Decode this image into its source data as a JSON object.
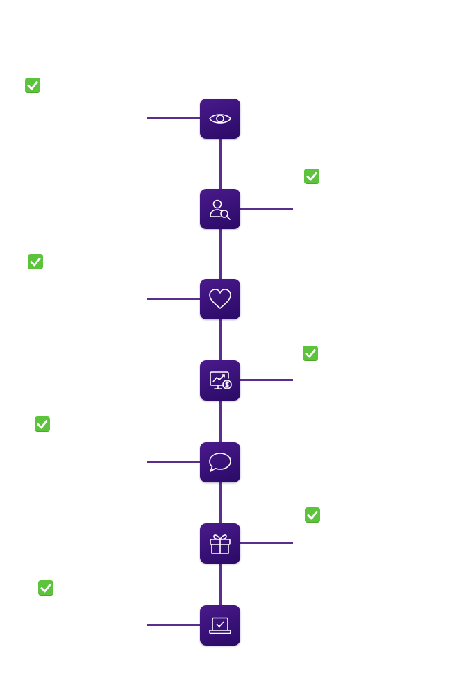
{
  "colors": {
    "line": "#5b2d8e",
    "tile_light": "#4a1a8c",
    "tile_dark": "#2a0a66",
    "check": "#5cc43a"
  },
  "steps": [
    {
      "icon": "eye-icon",
      "side": "left",
      "checked": true
    },
    {
      "icon": "user-search-icon",
      "side": "right",
      "checked": true
    },
    {
      "icon": "heart-icon",
      "side": "left",
      "checked": true
    },
    {
      "icon": "monitor-chart-dollar-icon",
      "side": "right",
      "checked": true
    },
    {
      "icon": "chat-bubble-icon",
      "side": "left",
      "checked": true
    },
    {
      "icon": "gift-icon",
      "side": "right",
      "checked": true
    },
    {
      "icon": "laptop-check-icon",
      "side": "left",
      "checked": true
    }
  ]
}
